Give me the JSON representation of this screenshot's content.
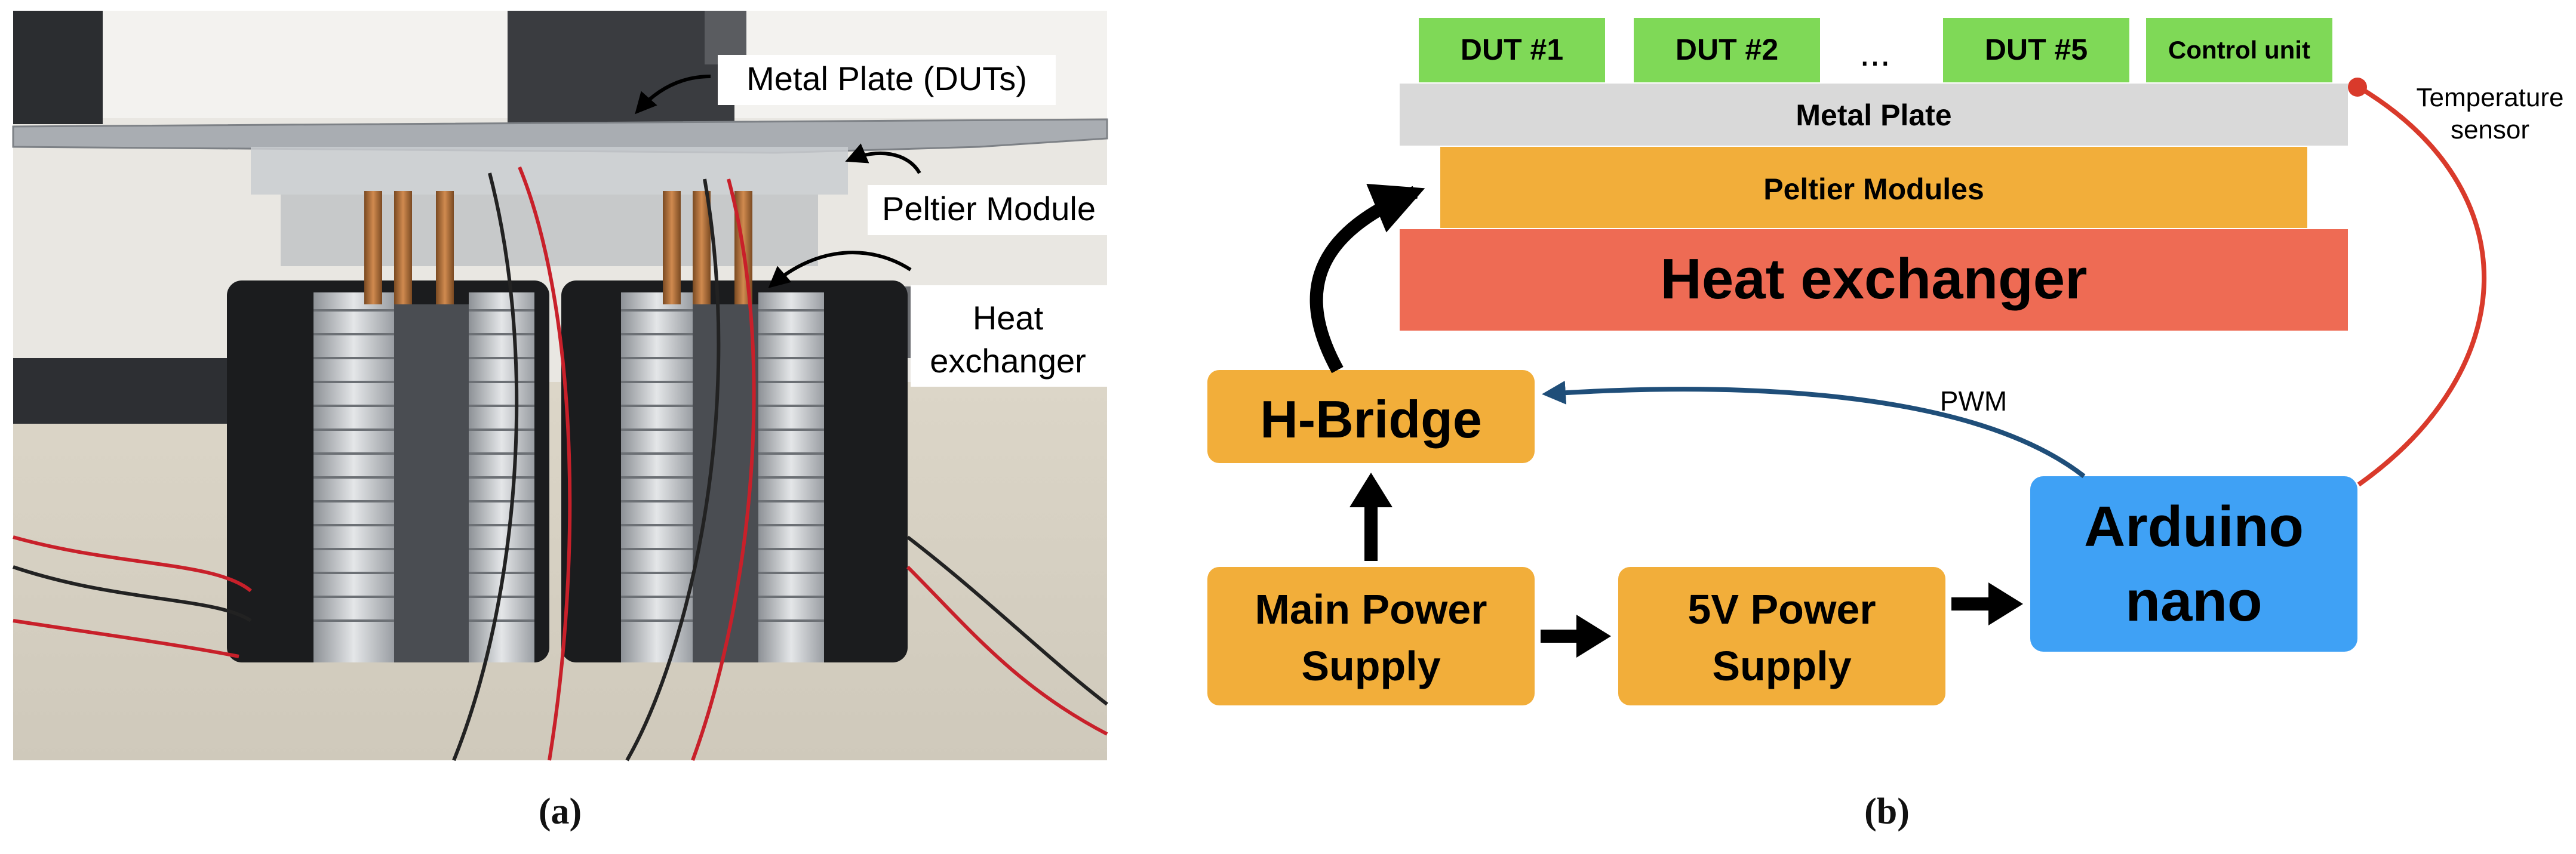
{
  "panel_a": {
    "caption": "(a)",
    "labels": {
      "metal_plate": "Metal Plate (DUTs)",
      "peltier": "Peltier Module",
      "heat_line1": "Heat",
      "heat_line2": "exchanger"
    }
  },
  "panel_b": {
    "caption": "(b)",
    "duts": [
      "DUT #1",
      "DUT #2",
      "DUT #5"
    ],
    "ellipsis": "...",
    "control_unit": "Control unit",
    "metal_plate": "Metal Plate",
    "peltier_modules": "Peltier Modules",
    "heat_exchanger": "Heat exchanger",
    "h_bridge": "H-Bridge",
    "main_power_line1": "Main Power",
    "main_power_line2": "Supply",
    "power5v_line1": "5V Power",
    "power5v_line2": "Supply",
    "arduino_line1": "Arduino",
    "arduino_line2": "nano",
    "pwm": "PWM",
    "temp_line1": "Temperature",
    "temp_line2": "sensor"
  },
  "colors": {
    "dut_green": "#7FD957",
    "plate_grey": "#D9D9D9",
    "orange": "#F2AE3A",
    "heat_red": "#EE6B54",
    "arduino_blue": "#3FA1F5",
    "pwm_line": "#1F4E79",
    "sensor_line": "#D93A2B"
  }
}
